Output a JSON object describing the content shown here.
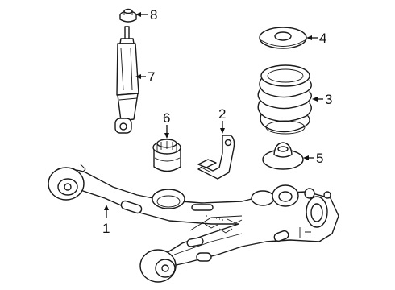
{
  "callouts": [
    {
      "id": "1",
      "part": "lower-control-arm"
    },
    {
      "id": "2",
      "part": "bracket"
    },
    {
      "id": "3",
      "part": "coil-spring"
    },
    {
      "id": "4",
      "part": "upper-spring-insulator"
    },
    {
      "id": "5",
      "part": "lower-spring-seat"
    },
    {
      "id": "6",
      "part": "bump-stop"
    },
    {
      "id": "7",
      "part": "shock-absorber"
    },
    {
      "id": "8",
      "part": "shock-mount-nut"
    }
  ],
  "colors": {
    "line": "#1a1a1a",
    "background": "#ffffff"
  }
}
